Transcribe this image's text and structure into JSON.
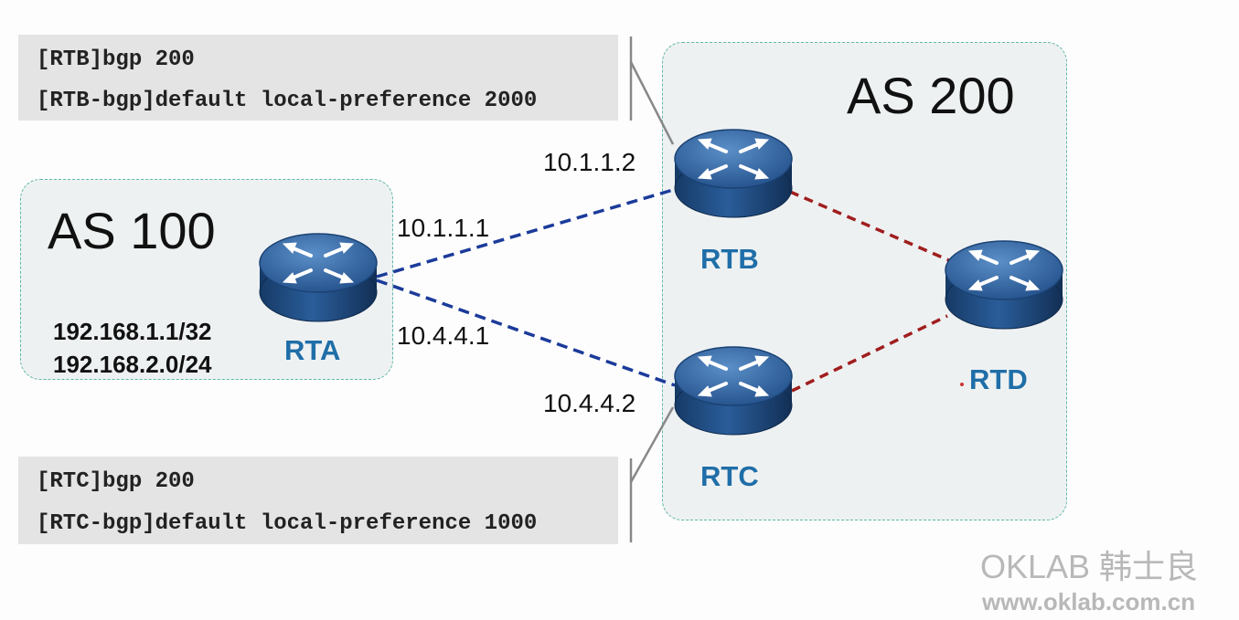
{
  "as_groups": [
    {
      "id": "as100",
      "title": "AS 100"
    },
    {
      "id": "as200",
      "title": "AS 200"
    }
  ],
  "prefixes": [
    "192.168.1.1/32",
    "192.168.2.0/24"
  ],
  "routers": [
    {
      "id": "rta",
      "label": "RTA"
    },
    {
      "id": "rtb",
      "label": "RTB"
    },
    {
      "id": "rtc",
      "label": "RTC"
    },
    {
      "id": "rtd",
      "label": "RTD"
    }
  ],
  "links": [
    {
      "from": "RTA",
      "to": "RTB",
      "type": "eBGP",
      "color": "#1b3b9a",
      "from_ip": "10.1.1.1",
      "to_ip": "10.1.1.2"
    },
    {
      "from": "RTA",
      "to": "RTC",
      "type": "eBGP",
      "color": "#1b3b9a",
      "from_ip": "10.4.4.1",
      "to_ip": "10.4.4.2"
    },
    {
      "from": "RTB",
      "to": "RTD",
      "type": "iBGP",
      "color": "#a01e1e"
    },
    {
      "from": "RTC",
      "to": "RTD",
      "type": "iBGP",
      "color": "#a01e1e"
    }
  ],
  "config_rtb": [
    "[RTB]bgp 200",
    "[RTB-bgp]default local-preference 2000"
  ],
  "config_rtc": [
    "[RTC]bgp 200",
    "[RTC-bgp]default local-preference 1000"
  ],
  "watermark": {
    "brand": "OKLAB 韩士良",
    "url": "www.oklab.com.cn"
  },
  "colors": {
    "router_label": "#1f6ea8",
    "as_border": "#5fb8a8",
    "router_body": "#2a5d9a",
    "ebgp_link": "#1b3b9a",
    "ibgp_link": "#a01e1e"
  }
}
